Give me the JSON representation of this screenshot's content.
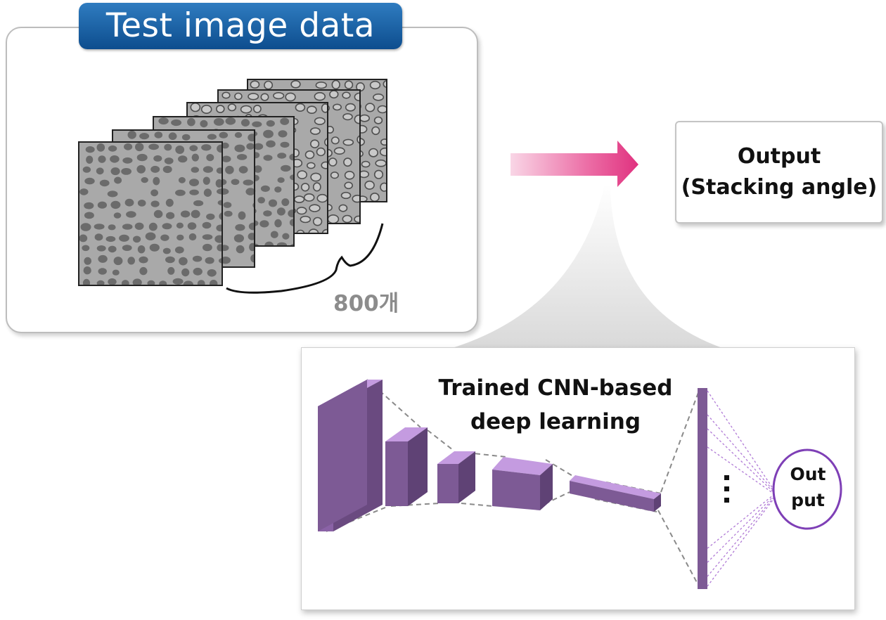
{
  "test_panel": {
    "title": "Test image data",
    "count_label": "800개"
  },
  "output_box": {
    "line1": "Output",
    "line2": "(Stacking angle)"
  },
  "cnn_panel": {
    "title_line1": "Trained CNN-based",
    "title_line2": "deep learning",
    "output_node_line1": "Out",
    "output_node_line2": "put"
  },
  "colors": {
    "tab_blue": "#0d4d8e",
    "arrow_pink": "#e0327f",
    "layer_purple": "#7f5a95",
    "layer_top": "#b98ad2",
    "image_gray": "#a9a9a9",
    "grain_gray": "#6b6b6b"
  }
}
